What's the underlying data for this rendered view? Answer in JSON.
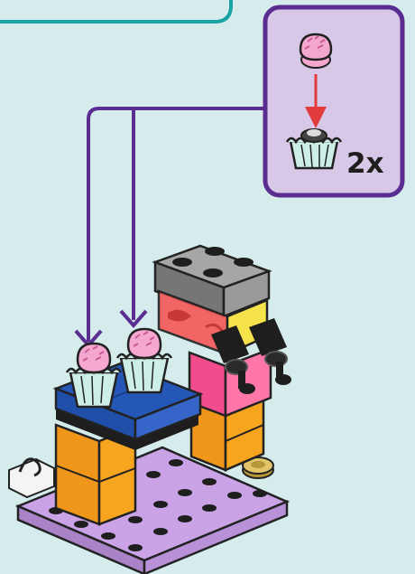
{
  "callout": {
    "quantity_label": "2x"
  },
  "colors": {
    "background": "#d6ecec",
    "teal_frame": "#17a3a3",
    "callout_fill": "#d6c8e6",
    "callout_border": "#5a2d91",
    "arrow_purple": "#5a2d91",
    "arrow_red": "#e23b3b",
    "cupcake_pink": "#f4a7cf",
    "cupcake_wrapper": "#cdeee6",
    "base_plate": "#c9a3e6",
    "brick_orange": "#f7a51f",
    "tile_blue": "#1f4fa8",
    "brick_pink": "#f14d8c",
    "brick_gray": "#8c8c8c",
    "transparent_red": "#f45a5a",
    "transparent_yellow": "#f6e24a",
    "gold_stud": "#c9a84a"
  },
  "icons": {
    "top_panel": "top-panel-frame",
    "callout_cupcake_topping": "pink-frosting-icon",
    "callout_cupcake_base": "cupcake-wrapper-icon",
    "assembly": "lego-cupcake-stand-model"
  }
}
